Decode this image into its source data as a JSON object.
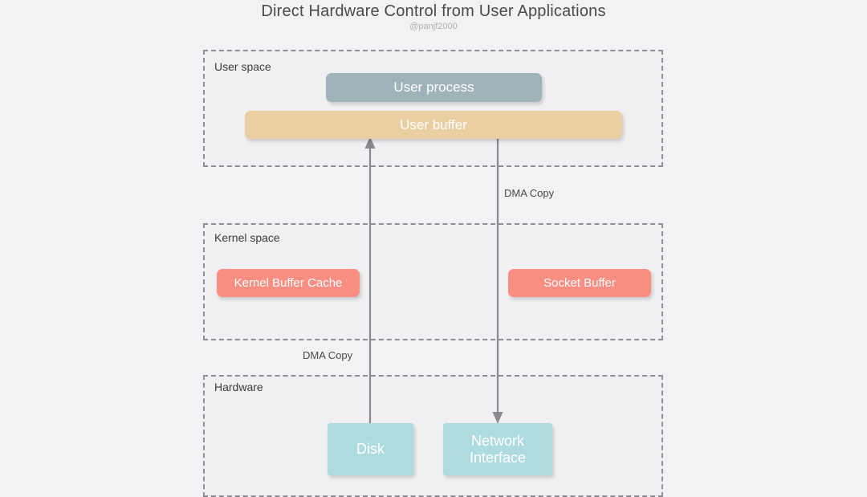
{
  "header": {
    "title": "Direct Hardware Control from User Applications",
    "subtitle": "@panjf2000"
  },
  "zones": [
    {
      "id": "user",
      "label": "User space"
    },
    {
      "id": "kernel",
      "label": "Kernel space"
    },
    {
      "id": "hw",
      "label": "Hardware"
    }
  ],
  "boxes": {
    "user_process": {
      "label": "User process",
      "color": "#9fb3b8"
    },
    "user_buffer": {
      "label": "User buffer",
      "color": "#e9cfa2"
    },
    "kernel_buffer_cache": {
      "label": "Kernel Buffer Cache",
      "color": "#fa8e82"
    },
    "socket_buffer": {
      "label": "Socket Buffer",
      "color": "#fa8e82"
    },
    "disk": {
      "label": "Disk",
      "color": "#aedbe0"
    },
    "network_interface": {
      "label_line1": "Network",
      "label_line2": "Interface",
      "color": "#aedbe0"
    }
  },
  "arrows": [
    {
      "id": "disk-to-user-buffer",
      "label": "DMA Copy",
      "from": "Disk",
      "to": "User buffer",
      "direction": "up"
    },
    {
      "id": "user-buffer-to-network-interface",
      "label": "DMA Copy",
      "from": "User buffer",
      "to": "Network Interface",
      "direction": "down"
    }
  ],
  "colors": {
    "background": "#f2f2f4",
    "zone_fill": "#f0f0f2",
    "zone_border": "#8e8e93",
    "arrow": "#8a8a8e",
    "title_text": "#4a4a4a",
    "subtitle_text": "#b0b0b3"
  }
}
